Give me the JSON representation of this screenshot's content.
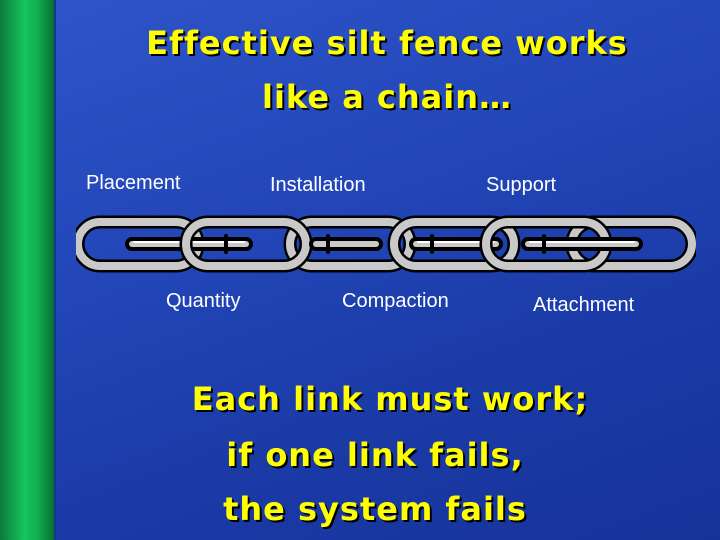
{
  "title": {
    "line1": "Effective silt fence works",
    "line2": "like a chain…"
  },
  "labels_top": [
    "Placement",
    "Installation",
    "Support"
  ],
  "labels_bottom": [
    "Quantity",
    "Compaction",
    "Attachment"
  ],
  "tagline": {
    "line1": "Each link must work;",
    "line2": "if one link fails,",
    "line3": "the system fails"
  },
  "colors": {
    "background": "#2246b8",
    "stripe": "#18c45e",
    "title_text": "#ffff00",
    "label_text": "#ffffff",
    "chain_link": "#c9c9c9"
  },
  "icons": {
    "chain": "chain-icon"
  }
}
